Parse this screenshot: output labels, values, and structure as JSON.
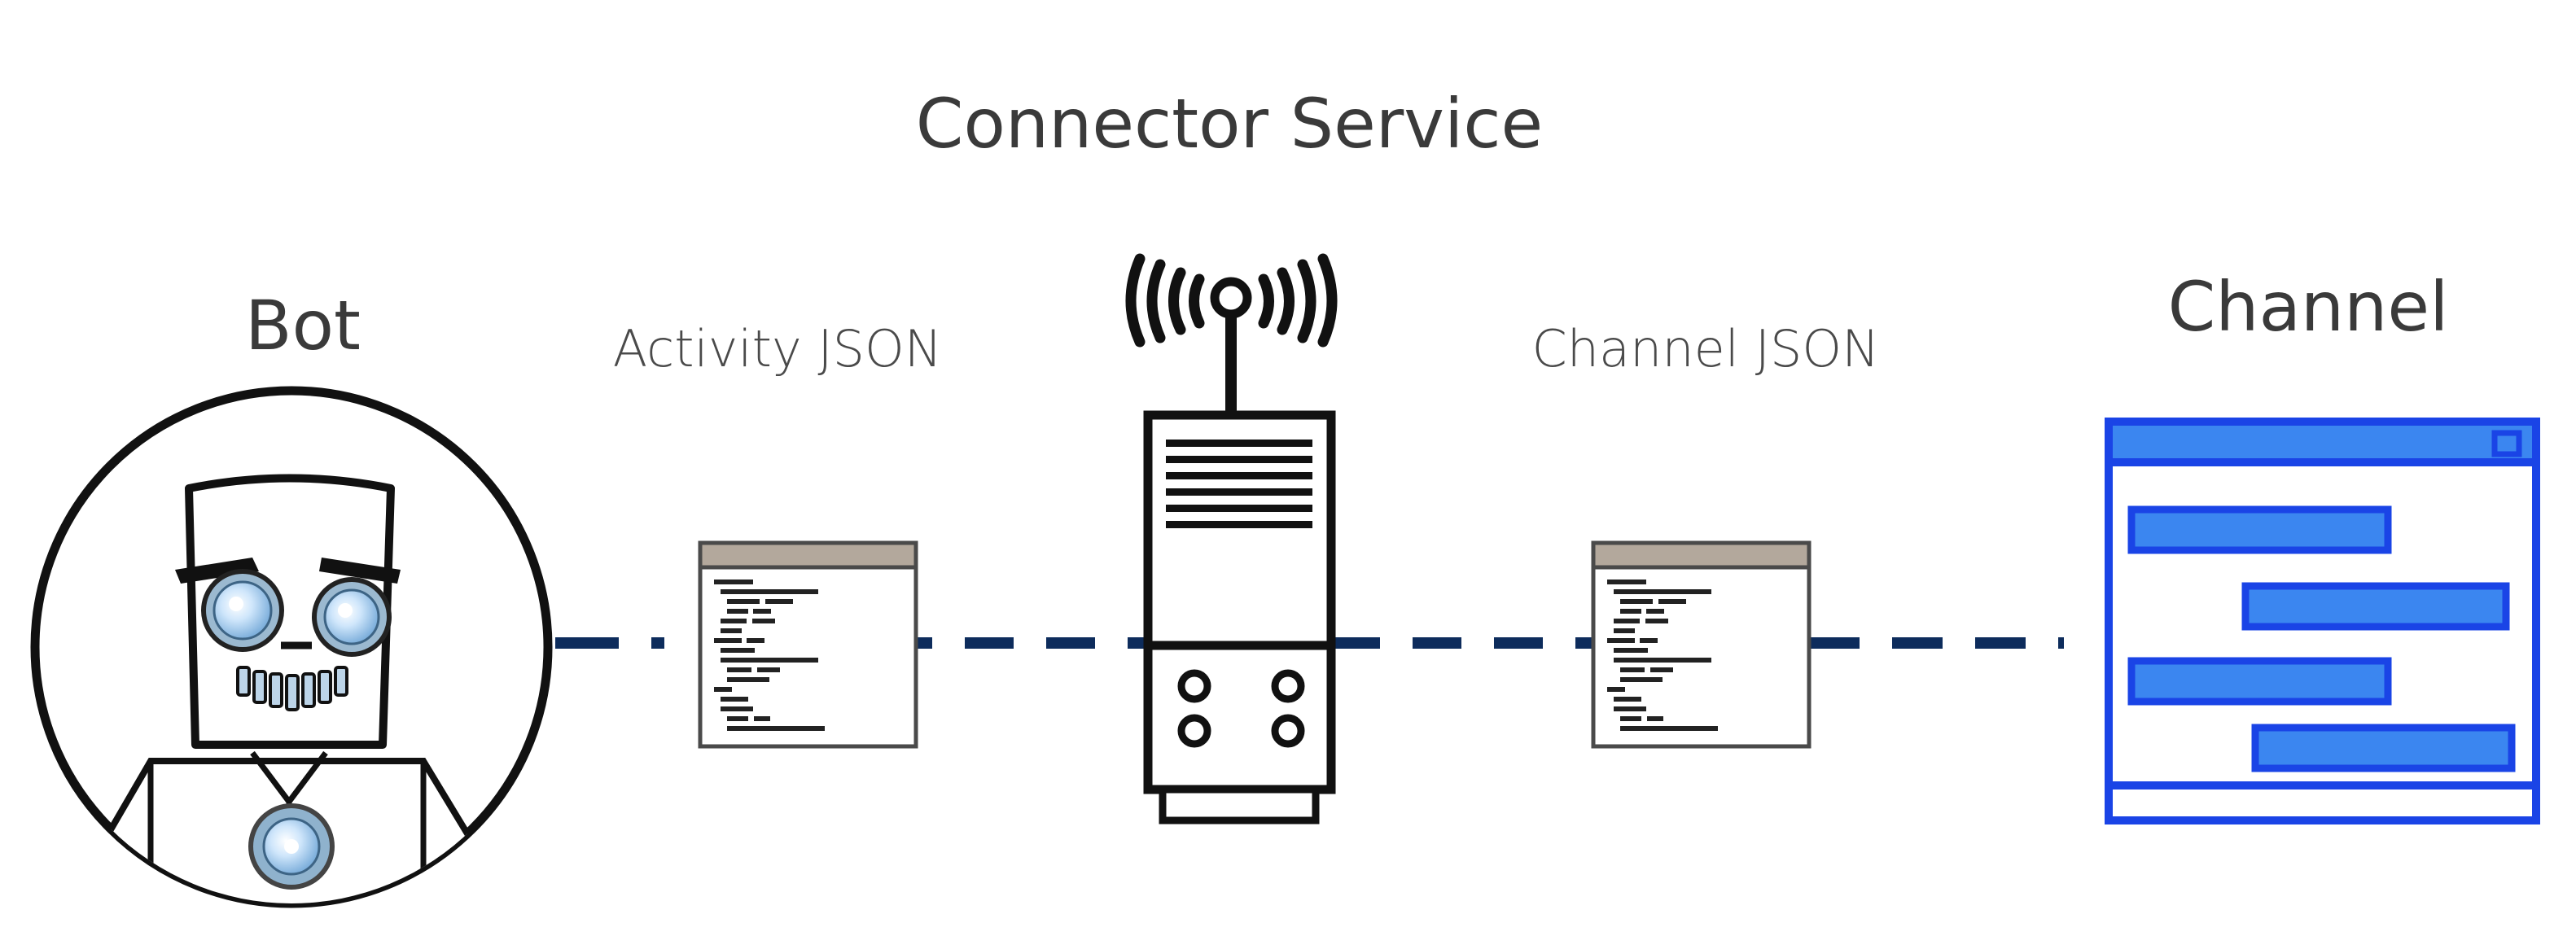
{
  "labels": {
    "connector_service": "Connector Service",
    "bot": "Bot",
    "activity_json": "Activity JSON",
    "channel_json": "Channel JSON",
    "channel": "Channel"
  },
  "icons": {
    "bot": "robot-icon",
    "connector": "radio-tower-icon",
    "activity_doc": "json-document-icon",
    "channel_doc": "json-document-icon",
    "channel_window": "chat-window-icon"
  },
  "colors": {
    "connector_line": "#0d2c5c",
    "channel_accent": "#1a44e6",
    "channel_fill": "#3b86f0",
    "doc_header": "#b3a89c",
    "text": "#3a3a3a"
  }
}
